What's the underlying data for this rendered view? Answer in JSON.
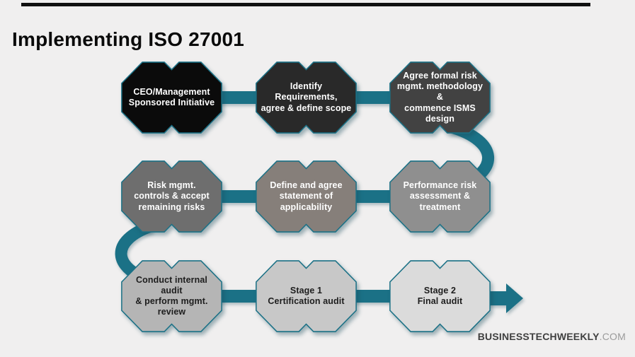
{
  "title": "Implementing ISO 27001",
  "colors": {
    "background": "#f0efef",
    "accent_teal": "#1b7186",
    "top_bar": "#101010",
    "footer_brand": "#3f3f3f",
    "footer_tld": "#9b9b9b"
  },
  "nodes": [
    {
      "id": "step-1",
      "label": "CEO/Management\nSponsored Initiative",
      "fill": "#0b0b0b",
      "text_color": "#ffffff"
    },
    {
      "id": "step-2",
      "label": "Identify Requirements,\nagree & define scope",
      "fill": "#292929",
      "text_color": "#ffffff"
    },
    {
      "id": "step-3",
      "label": "Agree formal risk\nmgmt. methodology &\ncommence ISMS\ndesign",
      "fill": "#424242",
      "text_color": "#ffffff"
    },
    {
      "id": "step-4",
      "label": "Risk mgmt.\ncontrols & accept\nremaining risks",
      "fill": "#6e6e6e",
      "text_color": "#ffffff"
    },
    {
      "id": "step-5",
      "label": "Define and agree\nstatement of\napplicability",
      "fill": "#867f7a",
      "text_color": "#ffffff"
    },
    {
      "id": "step-6",
      "label": "Performance risk\nassessment &\ntreatment",
      "fill": "#8f8f8f",
      "text_color": "#ffffff"
    },
    {
      "id": "step-7",
      "label": "Conduct internal audit\n& perform mgmt.\nreview",
      "fill": "#b5b5b5",
      "text_color": "#1d1d1d"
    },
    {
      "id": "step-8",
      "label": "Stage 1\nCertification audit",
      "fill": "#c8c8c8",
      "text_color": "#1d1d1d"
    },
    {
      "id": "step-9",
      "label": "Stage 2\nFinal audit",
      "fill": "#dbdbdb",
      "text_color": "#1d1d1d"
    }
  ],
  "footer": {
    "brand": "BUSINESSTECHWEEKLY",
    "tld": ".COM"
  }
}
